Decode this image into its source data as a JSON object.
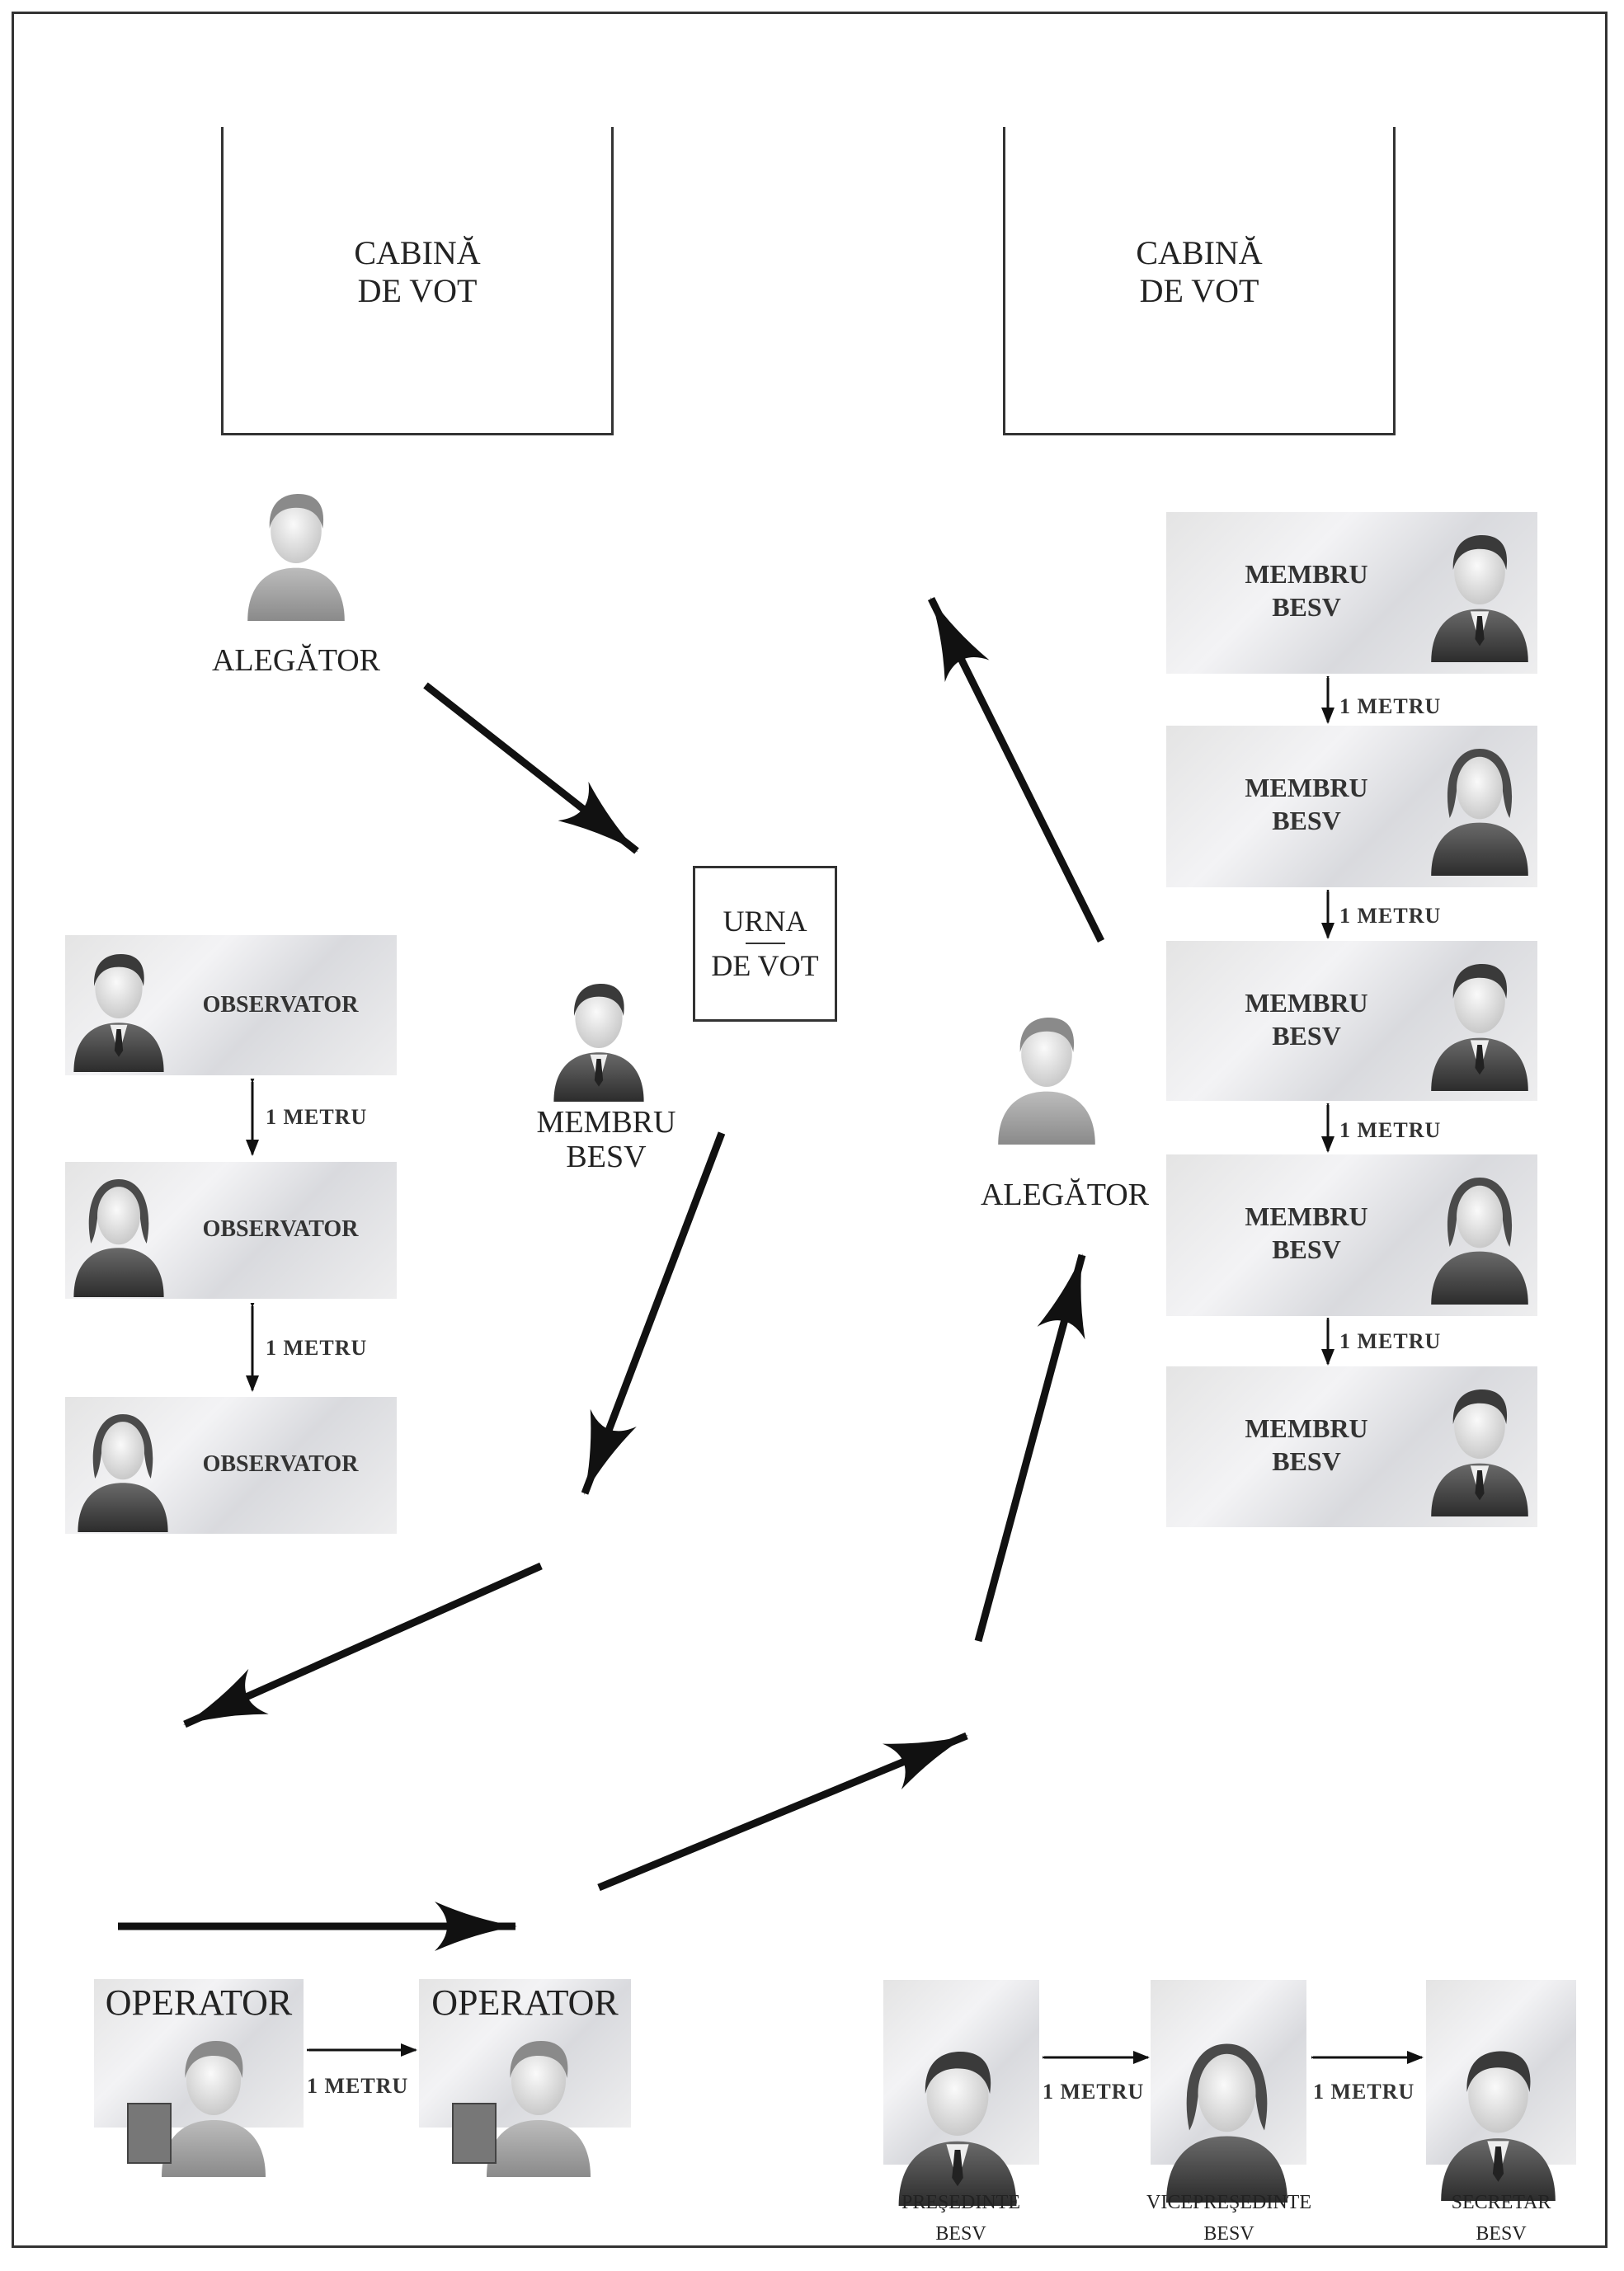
{
  "cabins": [
    {
      "line1": "CABINĂ",
      "line2": "DE VOT"
    },
    {
      "line1": "CABINĂ",
      "line2": "DE VOT"
    }
  ],
  "voters": [
    {
      "label": "ALEGĂTOR"
    },
    {
      "label": "ALEGĂTOR"
    }
  ],
  "ballot_box": {
    "line1": "URNA",
    "line2": "DE VOT"
  },
  "center_member": {
    "line1": "MEMBRU",
    "line2": "BESV"
  },
  "observers": [
    "OBSERVATOR",
    "OBSERVATOR",
    "OBSERVATOR"
  ],
  "members": [
    {
      "line1": "MEMBRU",
      "line2": "BESV"
    },
    {
      "line1": "MEMBRU",
      "line2": "BESV"
    },
    {
      "line1": "MEMBRU",
      "line2": "BESV"
    },
    {
      "line1": "MEMBRU",
      "line2": "BESV"
    },
    {
      "line1": "MEMBRU",
      "line2": "BESV"
    }
  ],
  "distance_label": "1 METRU",
  "operators": [
    "OPERATOR",
    "OPERATOR"
  ],
  "leaders": [
    {
      "line1": "PREŞEDINTE",
      "line2": "BESV"
    },
    {
      "line1": "VICEPREŞEDINTE",
      "line2": "BESV"
    },
    {
      "line1": "SECRETAR",
      "line2": "BESV"
    }
  ]
}
